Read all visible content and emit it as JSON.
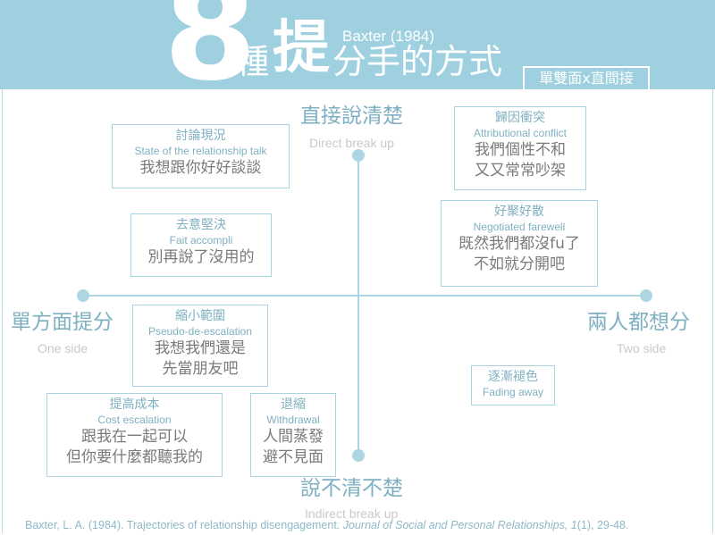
{
  "header": {
    "number": "8",
    "title_pre": "種",
    "title_big": "提",
    "title_post": "分手的方式",
    "credit": "Baxter (1984)",
    "tag": "單雙面x直間接"
  },
  "axes": {
    "top": {
      "cn": "直接說清楚",
      "en": "Direct break up"
    },
    "bottom": {
      "cn": "說不清不楚",
      "en": "Indirect break up"
    },
    "left": {
      "cn": "單方面提分",
      "en": "One side"
    },
    "right": {
      "cn": "兩人都想分",
      "en": "Two side"
    }
  },
  "strategies": [
    {
      "cn": "討論現況",
      "en": "State of the relationship talk",
      "example": [
        "我想跟你好好談談"
      ]
    },
    {
      "cn": "歸因衝突",
      "en": "Attributional conflict",
      "example": [
        "我們個性不和",
        "又又常常吵架"
      ]
    },
    {
      "cn": "去意堅決",
      "en": "Fait accompli",
      "example": [
        "別再說了沒用的"
      ]
    },
    {
      "cn": "好聚好散",
      "en": "Negotiated farewell",
      "example": [
        "既然我們都沒fu了",
        "不如就分開吧"
      ]
    },
    {
      "cn": "縮小範圍",
      "en": "Pseudo-de-escalation",
      "example": [
        "我想我們還是",
        "先當朋友吧"
      ]
    },
    {
      "cn": "逐漸褪色",
      "en": "Fading away",
      "example": []
    },
    {
      "cn": "提高成本",
      "en": "Cost escalation",
      "example": [
        "跟我在一起可以",
        "但你要什麼都聽我的"
      ]
    },
    {
      "cn": "退縮",
      "en": "Withdrawal",
      "example": [
        "人間蒸發",
        "避不見面"
      ]
    }
  ],
  "citation": {
    "prefix": "Baxter, L. A. (1984). Trajectories of relationship disengagement. ",
    "journal": "Journal of Social and Personal Relationships, 1",
    "suffix": "(1), 29-48."
  }
}
